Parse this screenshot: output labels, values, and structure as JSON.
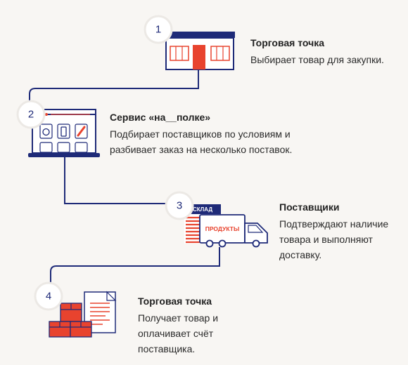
{
  "steps": [
    {
      "number": "1",
      "title": "Торговая точка",
      "desc_lines": [
        "Выбирает товар для закупки."
      ]
    },
    {
      "number": "2",
      "title": "Сервис «на__полке»",
      "desc_lines": [
        "Подбирает поставщиков по условиям и",
        "разбивает заказ на несколько поставок."
      ]
    },
    {
      "number": "3",
      "title": "Поставщики",
      "desc_lines": [
        "Подтверждают наличие",
        "товара и выполняют",
        "доставку."
      ]
    },
    {
      "number": "4",
      "title": "Торговая точка",
      "desc_lines": [
        "Получает товар и",
        "оплачивает счёт",
        "поставщика."
      ]
    }
  ],
  "labels": {
    "warehouse": "СКЛАД",
    "products": "ПРОДУКТЫ"
  },
  "colors": {
    "navy": "#1e2a78",
    "red": "#e8432e",
    "background": "#f8f6f3"
  }
}
